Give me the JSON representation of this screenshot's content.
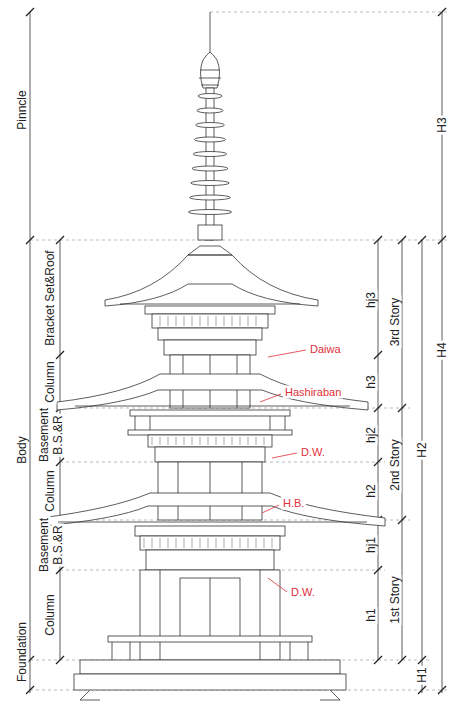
{
  "diagram": {
    "labels": [
      "Pinncle",
      "Body",
      "Foundation",
      "Bracket Set&Roof",
      "Column",
      "Basement",
      "B.S.&R",
      "Column",
      "Basement",
      "B.S.&R",
      "Column",
      "hj3",
      "h3",
      "hj2",
      "h2",
      "hj1",
      "h1",
      "3rd Story",
      "2nd Story",
      "1st Story",
      "H3",
      "H2",
      "H4",
      "H1",
      "Daiwa",
      "Hashiraban",
      "D.W.",
      "H.B.",
      "D.W."
    ]
  }
}
